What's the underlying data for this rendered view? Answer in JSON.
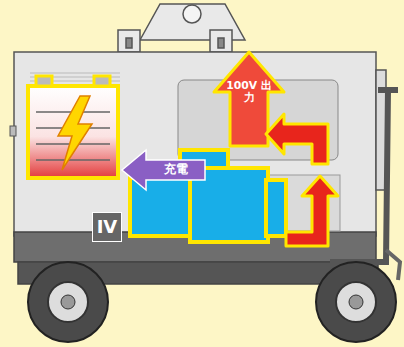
{
  "diagram": {
    "nodes": [
      {
        "text": [
          "100V 出力"
        ]
      },
      {
        "text": [
          "充電"
        ]
      },
      {
        "text": [
          "IV"
        ]
      }
    ]
  }
}
